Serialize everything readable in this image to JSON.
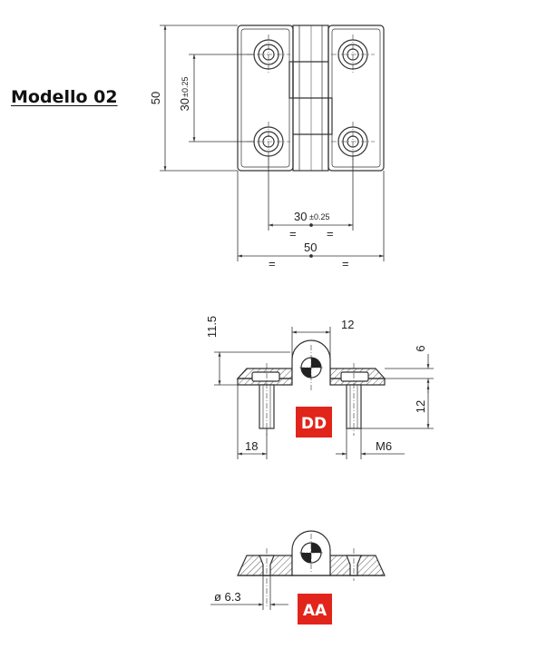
{
  "title": "Modello 02",
  "top_view": {
    "height_dim": "50",
    "hole_vertical_dim": "30",
    "hole_vertical_tol": "±0.25",
    "hole_horizontal_dim": "30",
    "hole_horizontal_tol": "±0.25",
    "width_dim": "50",
    "symmetry_mark": "="
  },
  "view_dd": {
    "label": "DD",
    "dim_height": "11.5",
    "dim_knuckle": "12",
    "dim_thickness": "6",
    "dim_pin_length": "12",
    "dim_screw_offset": "18",
    "dim_thread": "M6"
  },
  "view_aa": {
    "label": "AA",
    "dim_hole": "ø 6.3"
  },
  "colors": {
    "badge": "#e1251b",
    "line": "#333333",
    "hatch": "#555555"
  }
}
